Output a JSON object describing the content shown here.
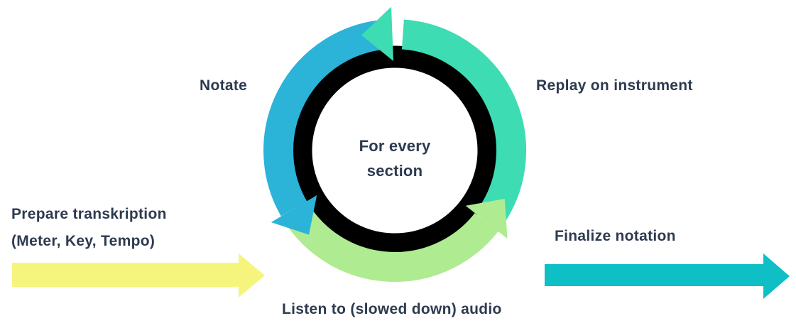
{
  "diagram": {
    "center": {
      "line1": "For every",
      "line2": "section"
    },
    "steps": {
      "notate": "Notate",
      "replay": "Replay on instrument",
      "listen": "Listen to (slowed down) audio",
      "finalize": "Finalize notation"
    },
    "left_note": {
      "line1": "Prepare transkription",
      "line2": "(Meter, Key, Tempo)"
    }
  },
  "colors": {
    "arc_blue": "#2BB3D8",
    "arc_mint": "#3EDCB2",
    "arc_green": "#AFEB91",
    "ring_black": "#000000",
    "arrow_yellow": "#F5F57D",
    "arrow_cyan": "#0EBFC6",
    "text_navy": "#2D3A4F",
    "background": "#FFFFFF"
  }
}
